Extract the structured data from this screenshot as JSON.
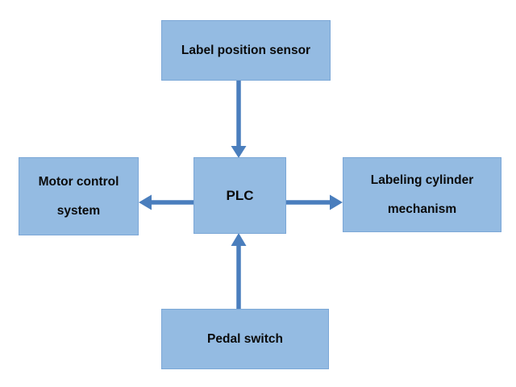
{
  "diagram": {
    "type": "block-diagram",
    "nodes": {
      "label_position_sensor": {
        "label": "Label position sensor"
      },
      "motor_control_system": {
        "label": "Motor control system"
      },
      "plc": {
        "label": "PLC"
      },
      "labeling_cylinder_mechanism": {
        "label": "Labeling cylinder mechanism"
      },
      "pedal_switch": {
        "label": "Pedal switch"
      }
    },
    "edges": [
      {
        "from": "Label position sensor",
        "to": "PLC",
        "direction": "down"
      },
      {
        "from": "PLC",
        "to": "Motor control system",
        "direction": "left"
      },
      {
        "from": "PLC",
        "to": "Labeling cylinder mechanism",
        "direction": "right"
      },
      {
        "from": "Pedal switch",
        "to": "PLC",
        "direction": "up"
      }
    ]
  },
  "colors": {
    "node_fill": "#94BBE2",
    "node_border": "#7BA7D7",
    "arrow": "#4A7EBD",
    "text": "#0a0a0a",
    "background": "#ffffff"
  }
}
